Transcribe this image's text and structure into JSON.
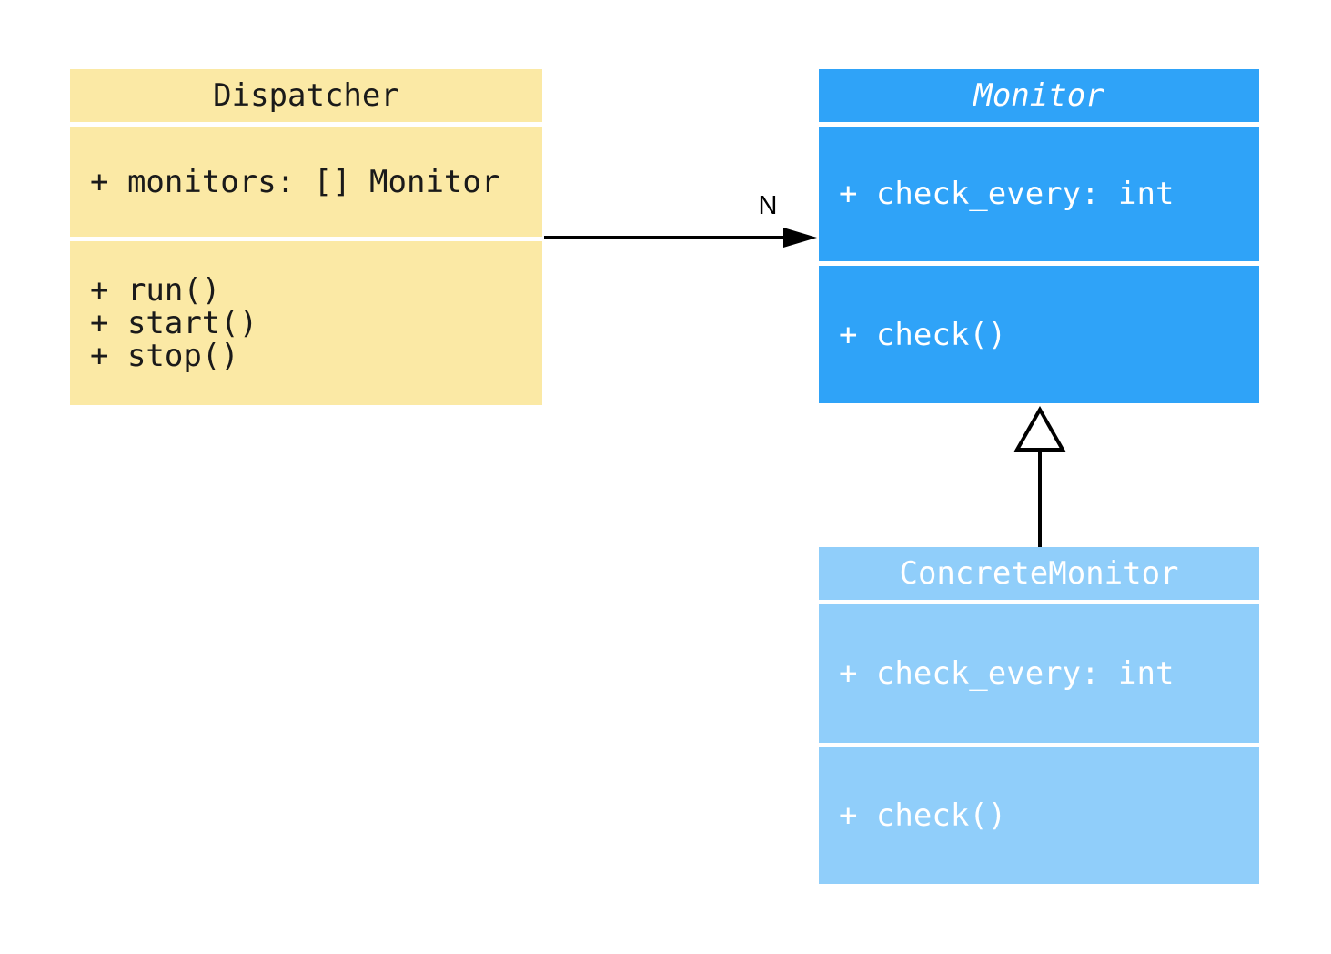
{
  "colors": {
    "background": "#ffffff",
    "dispatcher_fill": "#fbe9a5",
    "monitor_fill": "#2fa3f8",
    "concrete_fill": "#90cefa",
    "line": "#000000",
    "text_on_yellow": "#1a1a1a",
    "text_on_blue": "#ffffff"
  },
  "classes": [
    {
      "name": "Dispatcher",
      "stereotype": "class",
      "attributes": [
        "+ monitors: [] Monitor"
      ],
      "methods": [
        "+ run()",
        "+ start()",
        "+ stop()"
      ]
    },
    {
      "name": "Monitor",
      "stereotype": "abstract-class",
      "attributes": [
        "+ check_every: int"
      ],
      "methods": [
        "+ check()"
      ]
    },
    {
      "name": "ConcreteMonitor",
      "stereotype": "class",
      "attributes": [
        "+ check_every: int"
      ],
      "methods": [
        "+ check()"
      ]
    }
  ],
  "relations": [
    {
      "type": "association",
      "from": "Dispatcher",
      "to": "Monitor",
      "label": "N"
    },
    {
      "type": "generalization",
      "from": "ConcreteMonitor",
      "to": "Monitor",
      "label": ""
    }
  ]
}
